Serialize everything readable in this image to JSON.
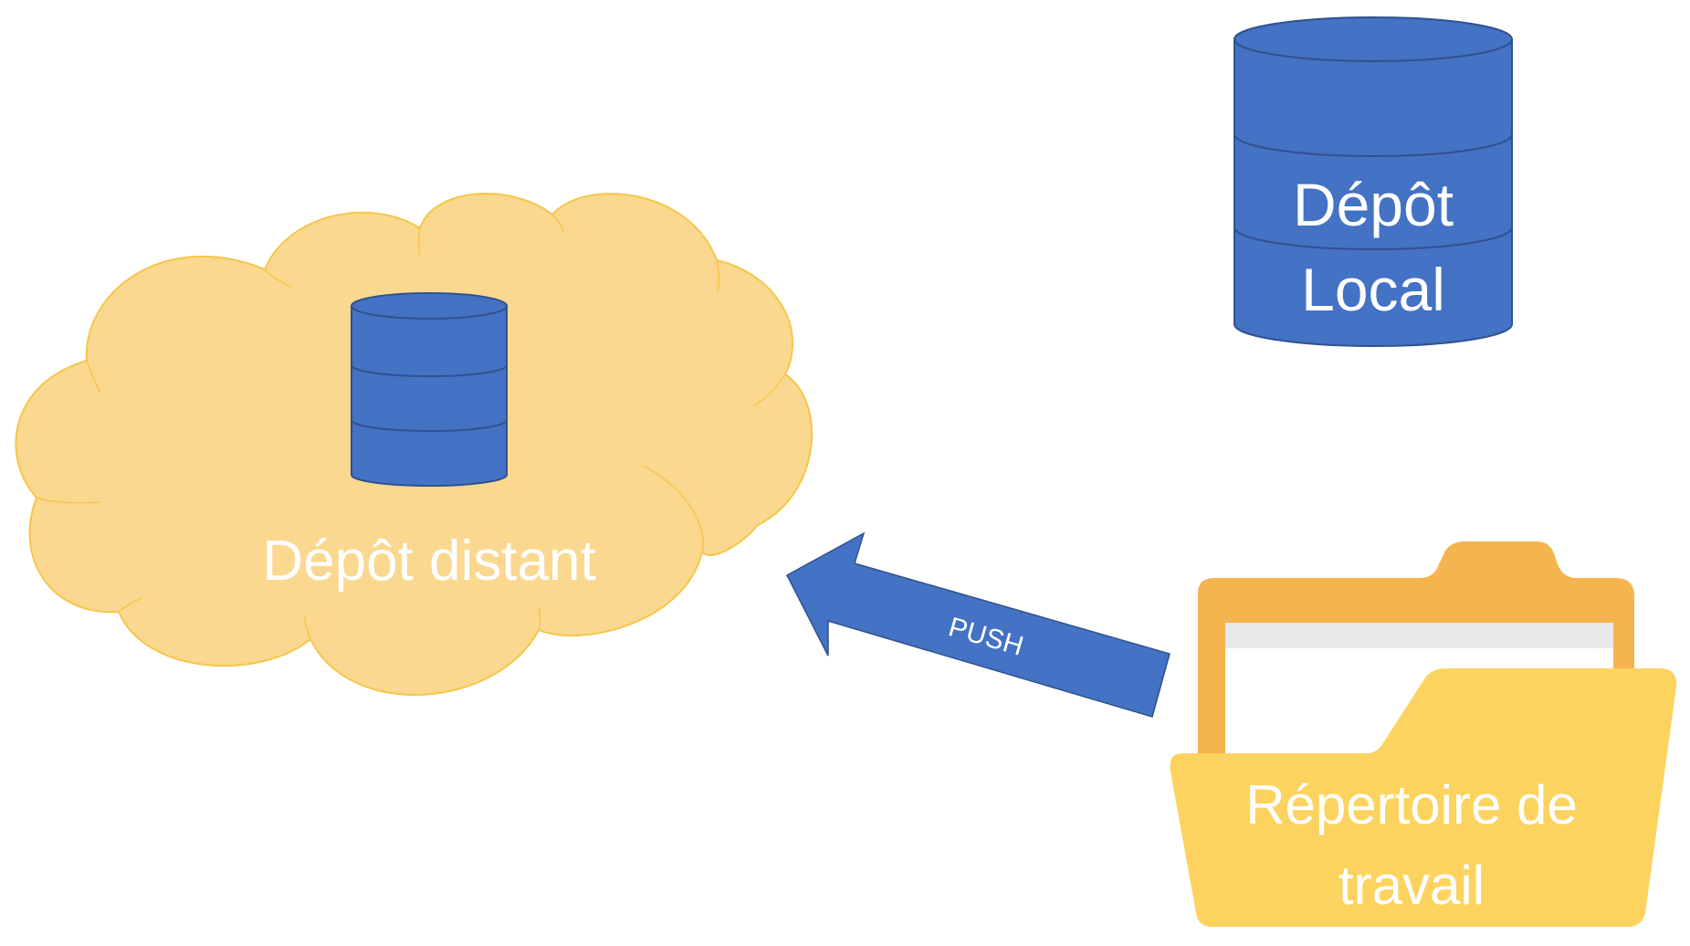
{
  "diagram": {
    "remote_repo_label": "Dépôt distant",
    "local_repo_label": [
      "Dépôt",
      "Local"
    ],
    "working_dir_label": [
      "Répertoire de",
      "travail"
    ],
    "push_arrow_label": "PUSH"
  },
  "colors": {
    "cloud_fill": "#fbd88f",
    "cloud_stroke": "#f5c64a",
    "database_fill": "#4472c4",
    "database_stroke": "#2f528f",
    "folder_back": "#f6b44e",
    "folder_front": "#fdd35f",
    "paper": "#ffffff",
    "paper_strip": "#e8e9eb",
    "arrow_fill": "#4472c4",
    "label_text": "#ffffff"
  },
  "icons": {
    "cloud": "cloud-icon",
    "database": "database-icon",
    "folder": "folder-icon",
    "arrow": "arrow-left-icon"
  }
}
